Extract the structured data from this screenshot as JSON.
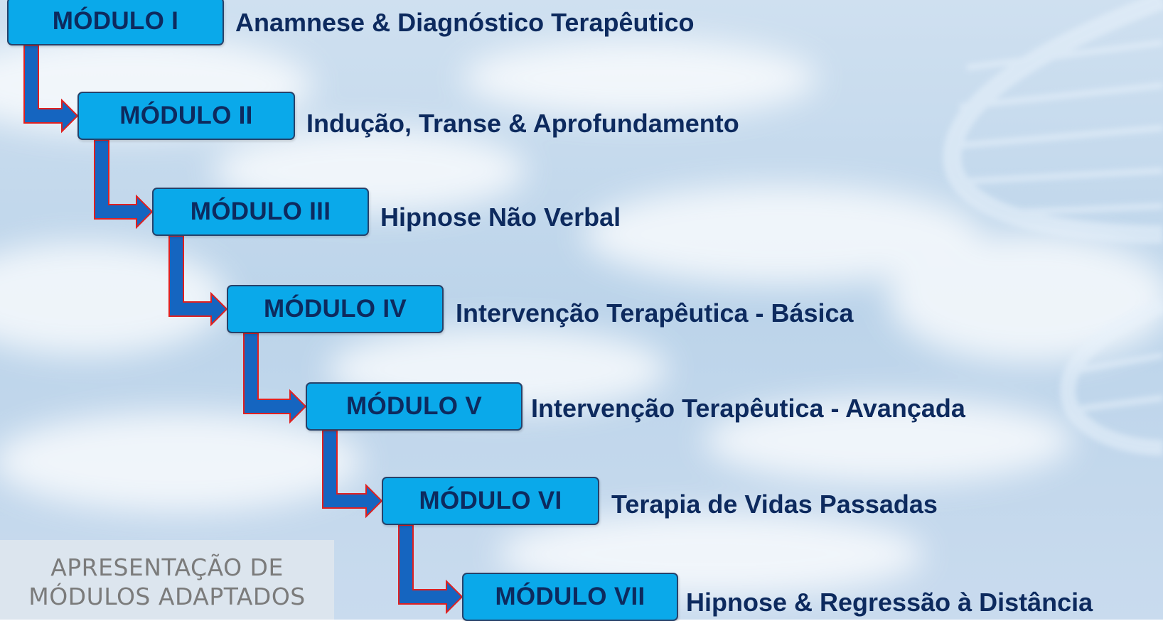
{
  "modules": [
    {
      "label": "MÓDULO I",
      "description": "Anamnese & Diagnóstico Terapêutico"
    },
    {
      "label": "MÓDULO II",
      "description": "Indução, Transe & Aprofundamento"
    },
    {
      "label": "MÓDULO III",
      "description": "Hipnose Não Verbal"
    },
    {
      "label": "MÓDULO IV",
      "description": "Intervenção Terapêutica - Básica"
    },
    {
      "label": "MÓDULO V",
      "description": "Intervenção Terapêutica - Avançada"
    },
    {
      "label": "MÓDULO VI",
      "description": "Terapia de Vidas Passadas"
    },
    {
      "label": "MÓDULO VII",
      "description": "Hipnose & Regressão à Distância"
    }
  ],
  "caption": {
    "line1": "APRESENTAÇÃO DE",
    "line2": "MÓDULOS ADAPTADOS"
  },
  "colors": {
    "box_fill": "#0aa9ea",
    "box_border": "#27426a",
    "text": "#0d2a5e",
    "arrow_fill": "#1565c0",
    "arrow_outline": "#e02020"
  }
}
